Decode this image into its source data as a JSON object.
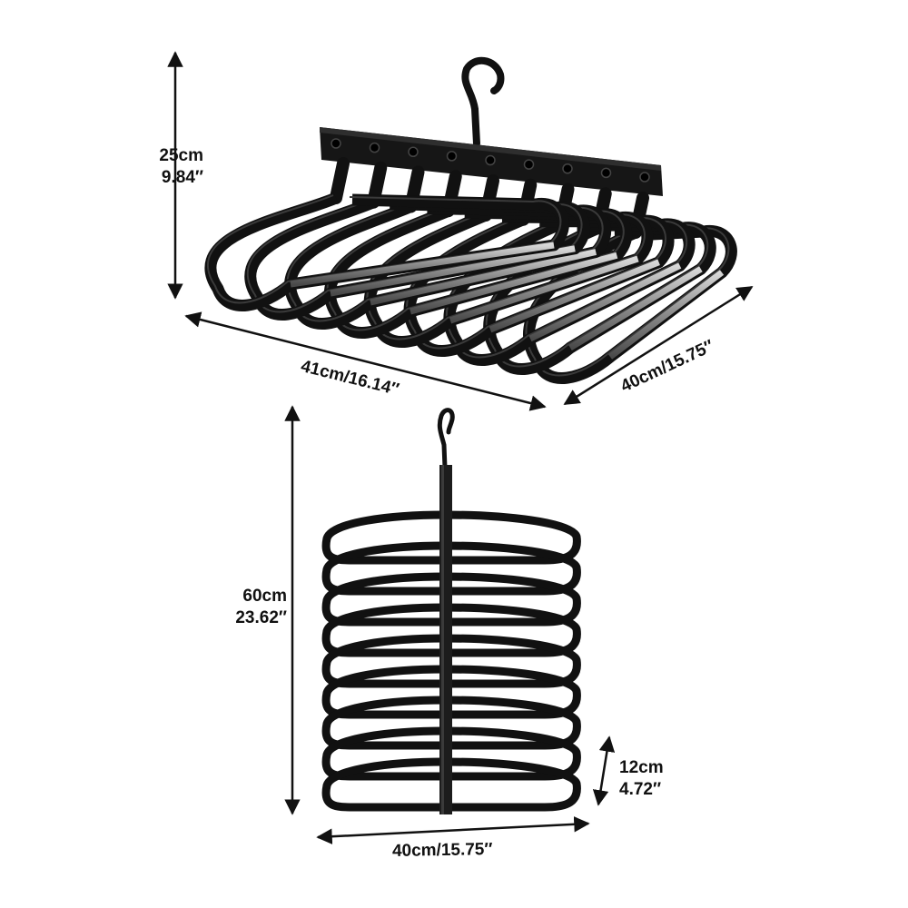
{
  "dimensions": {
    "top_height": {
      "cm": "25cm",
      "inch": "9.84″"
    },
    "top_width": {
      "label": "41cm/16.14″"
    },
    "top_depth": {
      "label": "40cm/15.75″"
    },
    "bottom_height": {
      "cm": "60cm",
      "inch": "23.62″"
    },
    "hanger_spacing": {
      "cm": "12cm",
      "inch": "4.72″"
    },
    "bottom_width": {
      "label": "40cm/15.75″"
    }
  },
  "product": {
    "hanger_count": 9,
    "frame_color": "#111111",
    "rod_color": "#9a9a9a",
    "arrow_color": "#111111"
  }
}
